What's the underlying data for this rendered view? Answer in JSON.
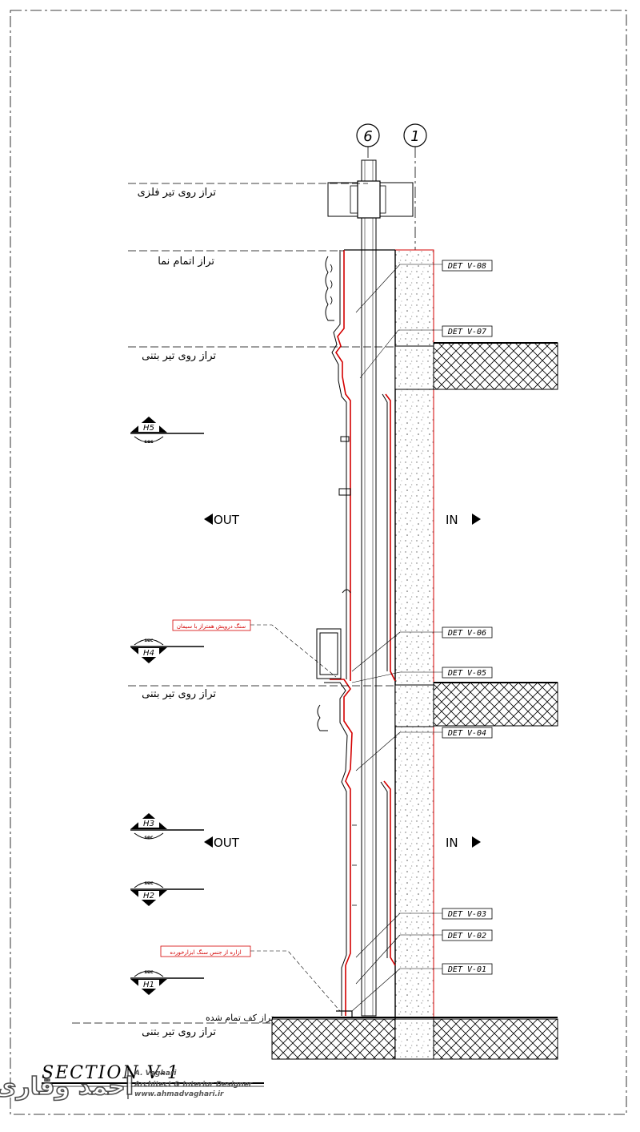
{
  "grid": {
    "axis_a": "6",
    "axis_b": "1"
  },
  "levels": {
    "steel_beam_top": "تراز روی تیر فلزی",
    "facade_finish": "تراز اتمام نما",
    "concrete_beam_top_1": "تراز روی تیر بتنی",
    "concrete_beam_top_2": "تراز روی تیر بتنی",
    "concrete_beam_top_3": "تراز روی تیر بتنی",
    "finished_floor": "تراز کف تمام شده"
  },
  "details": {
    "v08": "DET V-08",
    "v07": "DET V-07",
    "v06": "DET V-06",
    "v05": "DET V-05",
    "v04": "DET V-04",
    "v03": "DET V-03",
    "v02": "DET V-02",
    "v01": "DET V-01"
  },
  "sections": {
    "h5": "H5",
    "h4": "H4",
    "h3": "H3",
    "h2": "H2",
    "h1": "H1",
    "sub": "sec"
  },
  "directions": {
    "out": "OUT",
    "in": "IN"
  },
  "notes": {
    "stone_upper": "سنگ درویش همتراز با سیمان",
    "stone_lower": "ازاره از جنس سنگ ابزارخورده"
  },
  "title_block": {
    "title": "SECTION V-1",
    "name": "A. Vaghari",
    "role": "Architect & Interior Designer",
    "website": "www.ahmadvaghari.ir",
    "logo": "احمد وقاری"
  },
  "colors": {
    "line": "#000000",
    "accent": "#d40000",
    "concrete": "#888888"
  }
}
